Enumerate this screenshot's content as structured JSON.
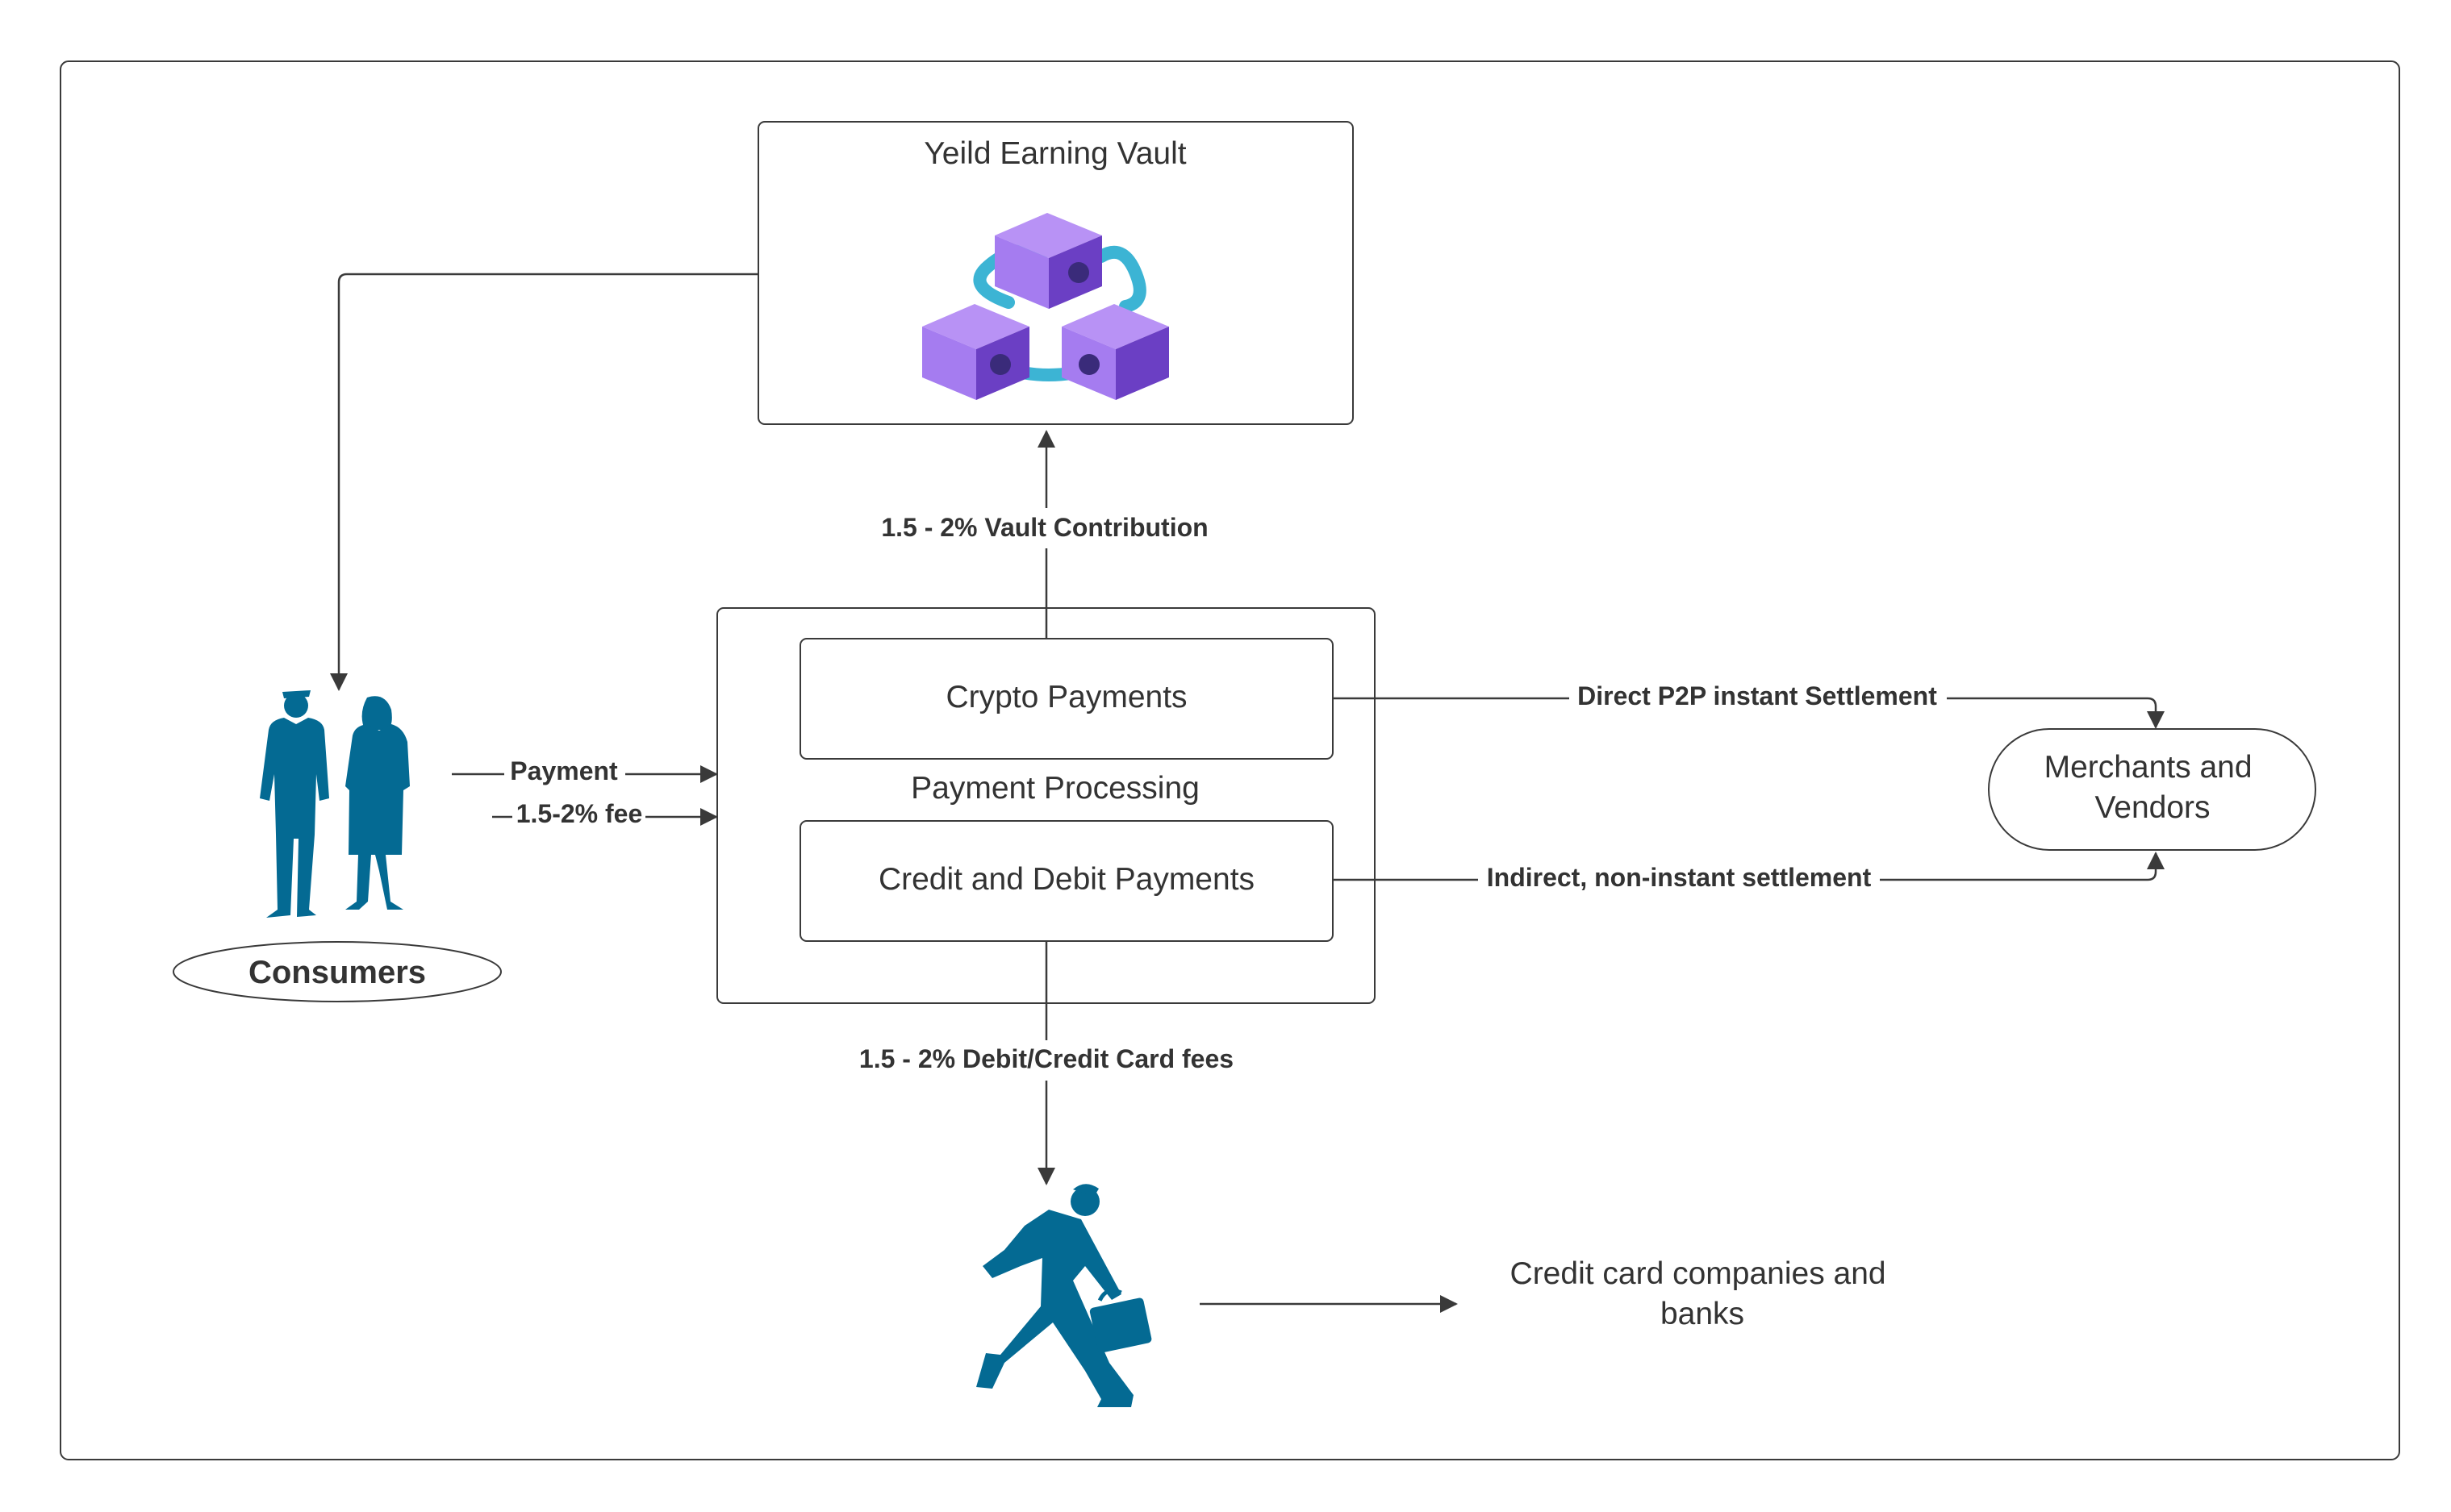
{
  "colors": {
    "stroke": "#3a3a3a",
    "person": "#046a93",
    "cube_light": "#a57cf0",
    "cube_dark": "#6b3fc4",
    "link": "#3cb4d4"
  },
  "nodes": {
    "vault": {
      "title": "Yeild Earning Vault",
      "icon": "blockchain-cubes-icon"
    },
    "payment_processing": {
      "title": "Payment Processing"
    },
    "crypto": {
      "title": "Crypto Payments"
    },
    "card": {
      "title": "Credit and Debit Payments"
    },
    "merchants": {
      "line1": "Merchants and",
      "line2": "Vendors"
    },
    "consumers": {
      "title": "Consumers",
      "icon": "consumers-icon"
    },
    "banks": {
      "line1": "Credit card companies and",
      "line2": "banks",
      "icon": "running-businessman-icon"
    }
  },
  "edges": {
    "vault_contribution": "1.5 - 2% Vault Contribution",
    "payment": "Payment",
    "fee": "1.5-2% fee",
    "p2p": "Direct P2P instant Settlement",
    "indirect": "Indirect, non-instant settlement",
    "card_fees": "1.5 - 2% Debit/Credit Card fees"
  }
}
